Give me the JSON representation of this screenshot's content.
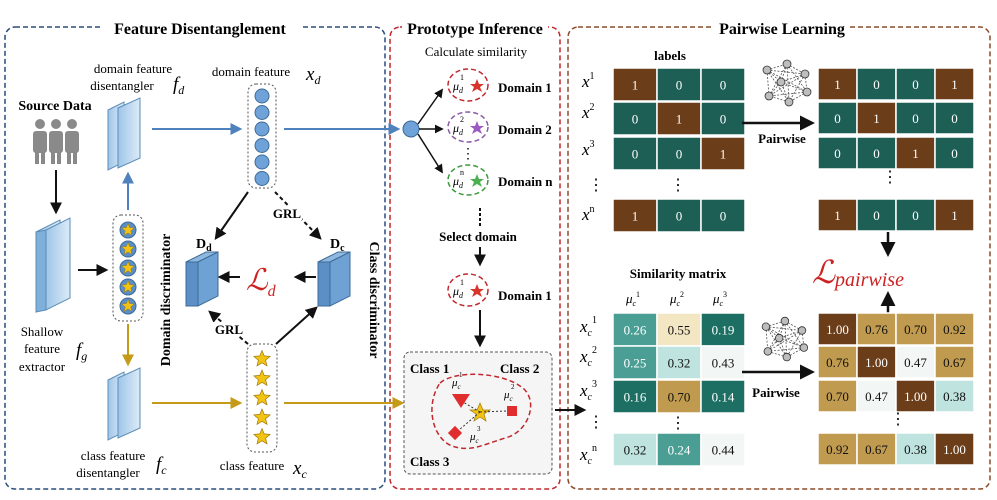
{
  "panels": {
    "left": "Feature Disentanglement",
    "middle": "Prototype Inference",
    "right": "Pairwise Learning"
  },
  "left": {
    "source": "Source Data",
    "domain_dis": "domain feature",
    "domain_dis2": "disentangler",
    "f_d": "f",
    "f_d_sub": "d",
    "domain_feat": "domain feature",
    "x_d": "x",
    "x_d_sub": "d",
    "shallow1": "Shallow",
    "shallow2": "feature",
    "shallow3": "extractor",
    "f_g": "f",
    "f_g_sub": "g",
    "class_dis": "class feature",
    "class_dis2": "disentangler",
    "f_c": "f",
    "f_c_sub": "c",
    "class_feat": "class feature",
    "x_c": "x",
    "x_c_sub": "c",
    "D_d": "D",
    "D_d_sub": "d",
    "D_c": "D",
    "D_c_sub": "c",
    "grl": "GRL",
    "L": "ℒ",
    "L_sub": "d",
    "domain_disc": "Domain discriminator",
    "class_disc": "Class discriminator"
  },
  "middle": {
    "calc": "Calculate similarity",
    "domains": [
      "Domain 1",
      "Domain 2",
      "Domain n"
    ],
    "mu": "μ",
    "mu_d_sub": "d",
    "mu_sups": [
      "1",
      "2",
      "n"
    ],
    "select": "Select domain",
    "selected_domain": "Domain 1",
    "class1": "Class 1",
    "class2": "Class 2",
    "class3": "Class 3",
    "mu_c_sub": "c",
    "ellipsis": "⋮"
  },
  "right": {
    "labels_title": "labels",
    "x": "x",
    "x_sups": [
      "1",
      "2",
      "3",
      "n"
    ],
    "label_rows": [
      [
        "1",
        "0",
        "0"
      ],
      [
        "0",
        "1",
        "0"
      ],
      [
        "0",
        "0",
        "1"
      ],
      [
        "1",
        "0",
        "0"
      ]
    ],
    "pair_rows": [
      [
        "1",
        "0",
        "0",
        "1"
      ],
      [
        "0",
        "1",
        "0",
        "0"
      ],
      [
        "0",
        "0",
        "1",
        "0"
      ],
      [
        "1",
        "0",
        "0",
        "1"
      ]
    ],
    "pairwise": "Pairwise",
    "L_pair": "ℒ",
    "L_pair_sub": "pairwise",
    "sim_title": "Similarity matrix",
    "mu": "μ",
    "c": "c",
    "mu_sups": [
      "1",
      "2",
      "3"
    ],
    "sim_rows": [
      [
        "0.26",
        "0.55",
        "0.19"
      ],
      [
        "0.25",
        "0.32",
        "0.43"
      ],
      [
        "0.16",
        "0.70",
        "0.14"
      ],
      [
        "0.32",
        "0.24",
        "0.44"
      ]
    ],
    "sim_row_sups": [
      "1",
      "2",
      "3",
      "n"
    ],
    "pw_rows": [
      [
        "1.00",
        "0.76",
        "0.70",
        "0.92"
      ],
      [
        "0.76",
        "1.00",
        "0.47",
        "0.67"
      ],
      [
        "0.70",
        "0.47",
        "1.00",
        "0.38"
      ],
      [
        "0.92",
        "0.67",
        "0.38",
        "1.00"
      ]
    ],
    "ellipsis": "⋮"
  },
  "colors": {
    "brown": "#6b3d18",
    "teal": "#1d5f55",
    "blue_arrow": "#4f81bd",
    "gold_arrow": "#c49a18",
    "red_loss": "#cc2222"
  }
}
